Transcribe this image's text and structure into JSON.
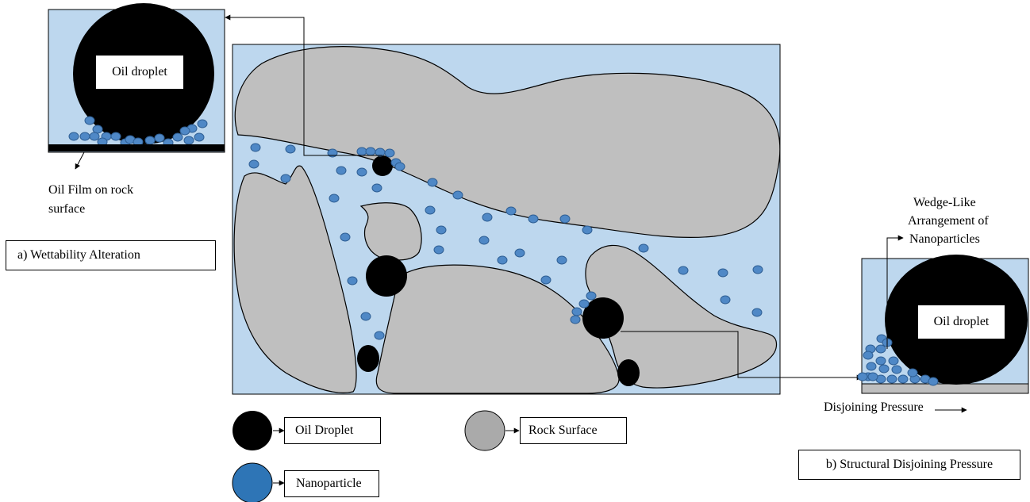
{
  "main_figure": {
    "np_color": "#4f88c6",
    "np_stroke": "#2f5f94",
    "water_color": "#bdd7ee",
    "rock_color": "#bfbfbf",
    "oil_color": "#000000"
  },
  "inset_a": {
    "droplet_label": "Oil droplet",
    "film_label_line1": "Oil Film on rock",
    "film_label_line2": "surface",
    "caption": "a)   Wettability Alteration"
  },
  "inset_b": {
    "droplet_label": "Oil droplet",
    "wedge_label_line1": "Wedge-Like",
    "wedge_label_line2": "Arrangement of",
    "wedge_label_line3": "Nanoparticles",
    "pressure_label": "Disjoining Pressure",
    "caption": "b) Structural Disjoining Pressure"
  },
  "legend": {
    "oil": "Oil Droplet",
    "rock": "Rock Surface",
    "nano": "Nanoparticle",
    "nano_color": "#2e75b6"
  }
}
